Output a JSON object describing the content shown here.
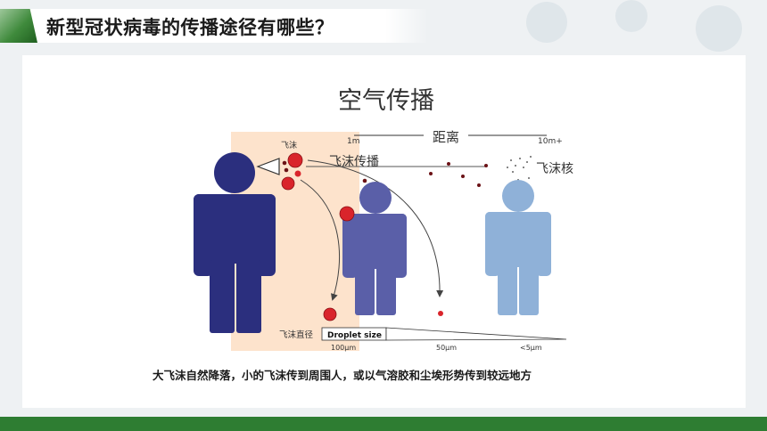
{
  "page_title": "新型冠状病毒的传播途径有哪些？",
  "figure": {
    "title": "空气传播",
    "distance_label": "距离",
    "distance_start": "1m",
    "distance_end": "10m+",
    "droplet_small_label": "飞沫",
    "droplet_transmission_label": "飞沫传播",
    "droplet_nuclei_label": "飞沫核",
    "droplet_diameter_label": "飞沫直径",
    "droplet_size_box": "Droplet size",
    "size_ticks": [
      "100μm",
      "50μm",
      "<5μm"
    ],
    "caption": "大飞沫自然降落，小的飞沫传到周围人，或以气溶胶和尘埃形势传到较远地方"
  },
  "colors": {
    "accent_green": "#2e7d32",
    "person_dark": "#2b2f7e",
    "person_mid": "#5a5fa8",
    "person_light": "#8fb1d8",
    "droplet_red": "#d9242b",
    "zone_peach": "#fde3cc"
  }
}
